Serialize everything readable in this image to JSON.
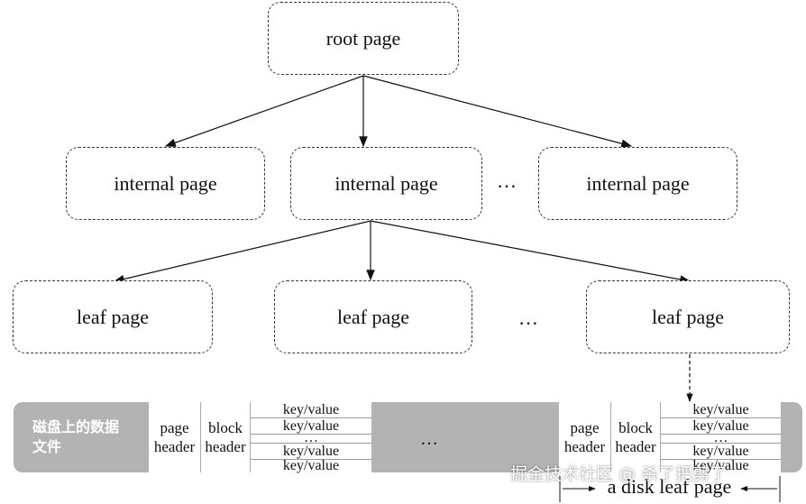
{
  "root": {
    "label": "root page"
  },
  "internal": [
    {
      "label": "internal page"
    },
    {
      "label": "internal page"
    },
    {
      "label": "internal page"
    }
  ],
  "internal_ellipsis": "…",
  "leaves": [
    {
      "label": "leaf page"
    },
    {
      "label": "leaf page"
    },
    {
      "label": "leaf page"
    }
  ],
  "leaf_ellipsis": "…",
  "disk": {
    "label": "磁盘上的数据文件",
    "page_header": "page header",
    "block_header": "block header",
    "kv_rows": [
      "key/value",
      "key/value",
      "…",
      "key/value",
      "key/value"
    ],
    "middle_ellipsis": "…",
    "right_kv_rows": [
      "key/value",
      "key/value",
      "…",
      "key/value",
      "key/value"
    ]
  },
  "bottom_label": "a disk leaf page",
  "watermark": "掘金技术社区 @ 杀了把剪了"
}
